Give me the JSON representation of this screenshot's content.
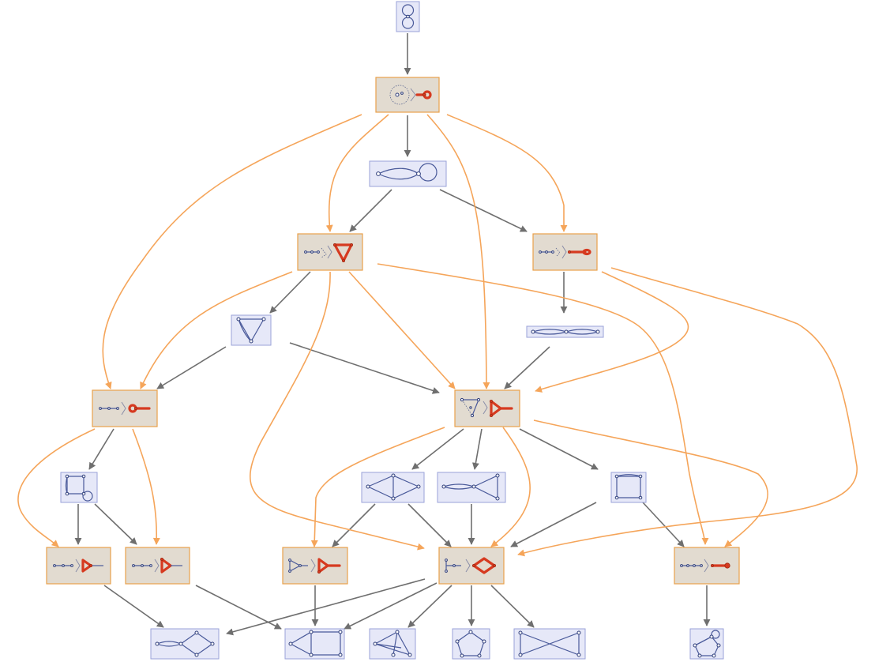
{
  "colors": {
    "background": "#ffffff",
    "rule_fill": "#e2dbd0",
    "rule_border": "#e8a04a",
    "graph_fill": "#e6e8f8",
    "graph_border": "#9aa2d8",
    "edge_plain": "#6f6f6f",
    "edge_rule": "#f5a55a",
    "highlight": "#d63a20"
  },
  "nodes": [
    {
      "id": "n_top",
      "kind": "graph",
      "depicts": "figure-eight"
    },
    {
      "id": "n_r1",
      "kind": "rule",
      "depicts": "dashed-pair-to-red-loop"
    },
    {
      "id": "n_g1",
      "kind": "graph",
      "depicts": "double-edge-with-loop"
    },
    {
      "id": "n_r2",
      "kind": "rule",
      "depicts": "path-to-red-triangle"
    },
    {
      "id": "n_r3",
      "kind": "rule",
      "depicts": "path-to-red-edge"
    },
    {
      "id": "n_g2",
      "kind": "graph",
      "depicts": "triangle"
    },
    {
      "id": "n_g3",
      "kind": "graph",
      "depicts": "chain-of-double-edges"
    },
    {
      "id": "n_r4",
      "kind": "rule",
      "depicts": "path-to-red-loop-edge"
    },
    {
      "id": "n_r5",
      "kind": "rule",
      "depicts": "triangle-to-red-triangle"
    },
    {
      "id": "n_g4",
      "kind": "graph",
      "depicts": "square-with-loop"
    },
    {
      "id": "n_g5",
      "kind": "graph",
      "depicts": "diamond"
    },
    {
      "id": "n_g6",
      "kind": "graph",
      "depicts": "double-edge-and-triangle"
    },
    {
      "id": "n_g7",
      "kind": "graph",
      "depicts": "square-with-double-edge"
    },
    {
      "id": "n_r6",
      "kind": "rule",
      "depicts": "path-to-red-triangle-small"
    },
    {
      "id": "n_r7",
      "kind": "rule",
      "depicts": "path-to-red-triangle-small-b"
    },
    {
      "id": "n_r8",
      "kind": "rule",
      "depicts": "path-to-red-triangle-edge"
    },
    {
      "id": "n_r9",
      "kind": "rule",
      "depicts": "path-to-red-diamond"
    },
    {
      "id": "n_r10",
      "kind": "rule",
      "depicts": "path-to-red-dumbbell"
    },
    {
      "id": "n_b1",
      "kind": "graph",
      "depicts": "double-edge-diamond"
    },
    {
      "id": "n_b2",
      "kind": "graph",
      "depicts": "trapezoid-graph"
    },
    {
      "id": "n_b3",
      "kind": "graph",
      "depicts": "crossed-triangle"
    },
    {
      "id": "n_b4",
      "kind": "graph",
      "depicts": "pentagon"
    },
    {
      "id": "n_b5",
      "kind": "graph",
      "depicts": "bowtie"
    },
    {
      "id": "n_b6",
      "kind": "graph",
      "depicts": "pentagon-with-loop"
    }
  ],
  "edges": [
    {
      "from": "n_top",
      "to": "n_r1",
      "style": "plain"
    },
    {
      "from": "n_r1",
      "to": "n_g1",
      "style": "plain"
    },
    {
      "from": "n_r1",
      "to": "n_r2",
      "style": "rule"
    },
    {
      "from": "n_r1",
      "to": "n_r3",
      "style": "rule"
    },
    {
      "from": "n_r1",
      "to": "n_r4",
      "style": "rule"
    },
    {
      "from": "n_r1",
      "to": "n_r5",
      "style": "rule"
    },
    {
      "from": "n_g1",
      "to": "n_r2",
      "style": "plain"
    },
    {
      "from": "n_g1",
      "to": "n_r3",
      "style": "plain"
    },
    {
      "from": "n_r2",
      "to": "n_g2",
      "style": "plain"
    },
    {
      "from": "n_r2",
      "to": "n_r4",
      "style": "rule"
    },
    {
      "from": "n_r2",
      "to": "n_r5",
      "style": "rule"
    },
    {
      "from": "n_r2",
      "to": "n_r9",
      "style": "rule"
    },
    {
      "from": "n_r2",
      "to": "n_r10",
      "style": "rule"
    },
    {
      "from": "n_r3",
      "to": "n_g3",
      "style": "plain"
    },
    {
      "from": "n_r3",
      "to": "n_r5",
      "style": "rule"
    },
    {
      "from": "n_r3",
      "to": "n_r9",
      "style": "rule"
    },
    {
      "from": "n_g2",
      "to": "n_r4",
      "style": "plain"
    },
    {
      "from": "n_g2",
      "to": "n_r5",
      "style": "plain"
    },
    {
      "from": "n_g3",
      "to": "n_r5",
      "style": "plain"
    },
    {
      "from": "n_r4",
      "to": "n_g4",
      "style": "plain"
    },
    {
      "from": "n_r4",
      "to": "n_r6",
      "style": "rule"
    },
    {
      "from": "n_r4",
      "to": "n_r7",
      "style": "rule"
    },
    {
      "from": "n_r5",
      "to": "n_g5",
      "style": "plain"
    },
    {
      "from": "n_r5",
      "to": "n_g6",
      "style": "plain"
    },
    {
      "from": "n_r5",
      "to": "n_g7",
      "style": "plain"
    },
    {
      "from": "n_r5",
      "to": "n_r8",
      "style": "rule"
    },
    {
      "from": "n_r5",
      "to": "n_r9",
      "style": "rule"
    },
    {
      "from": "n_r5",
      "to": "n_r10",
      "style": "rule"
    },
    {
      "from": "n_g4",
      "to": "n_r6",
      "style": "plain"
    },
    {
      "from": "n_g4",
      "to": "n_r7",
      "style": "plain"
    },
    {
      "from": "n_g5",
      "to": "n_r8",
      "style": "plain"
    },
    {
      "from": "n_g5",
      "to": "n_r9",
      "style": "plain"
    },
    {
      "from": "n_g6",
      "to": "n_r9",
      "style": "plain"
    },
    {
      "from": "n_g7",
      "to": "n_r9",
      "style": "plain"
    },
    {
      "from": "n_g7",
      "to": "n_r10",
      "style": "plain"
    },
    {
      "from": "n_r6",
      "to": "n_b1",
      "style": "plain"
    },
    {
      "from": "n_r7",
      "to": "n_b2",
      "style": "plain"
    },
    {
      "from": "n_r8",
      "to": "n_b2",
      "style": "plain"
    },
    {
      "from": "n_r9",
      "to": "n_b1",
      "style": "plain"
    },
    {
      "from": "n_r9",
      "to": "n_b2",
      "style": "plain"
    },
    {
      "from": "n_r9",
      "to": "n_b3",
      "style": "plain"
    },
    {
      "from": "n_r9",
      "to": "n_b4",
      "style": "plain"
    },
    {
      "from": "n_r9",
      "to": "n_b5",
      "style": "plain"
    },
    {
      "from": "n_r10",
      "to": "n_b6",
      "style": "plain"
    }
  ]
}
